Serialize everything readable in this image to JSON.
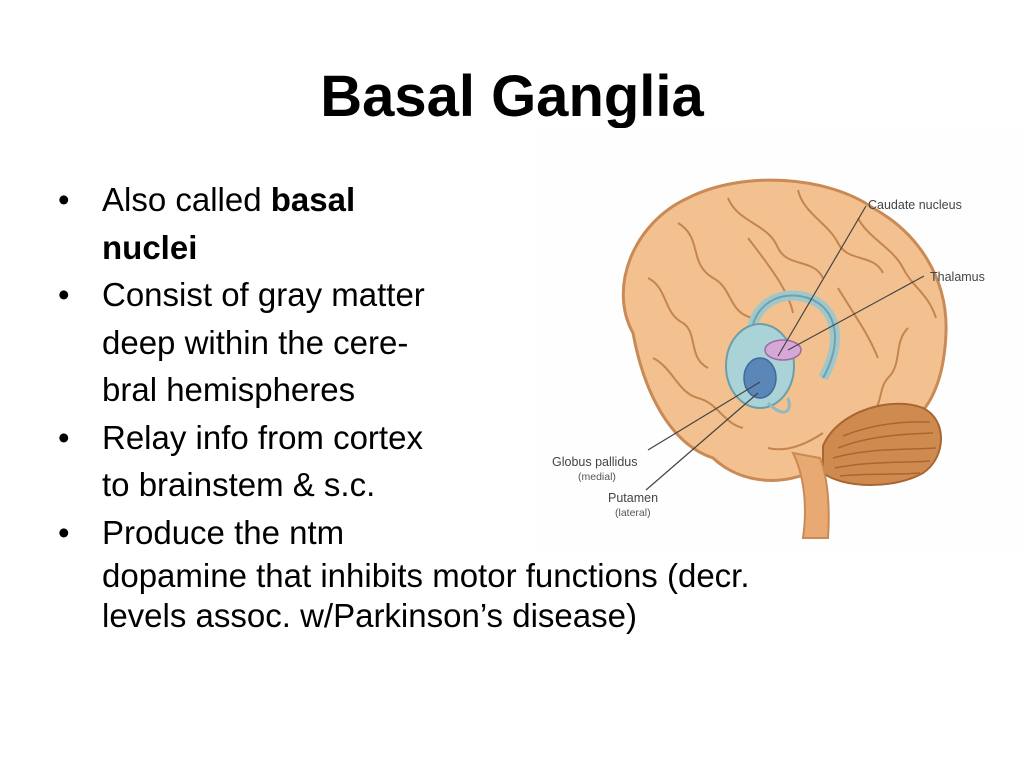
{
  "slide": {
    "title": "Basal Ganglia",
    "bullet_char": "•",
    "bullets": [
      {
        "text": "Also called ",
        "bold": "basal",
        "bold2": "nuclei"
      },
      {
        "line1": "Consist of gray matter",
        "line2": "deep within the cere-",
        "line3": "bral hemispheres"
      },
      {
        "line1": "Relay info from cortex",
        "line2": "to brainstem & s.c."
      },
      {
        "line1": "Produce the ntm",
        "line2": "dopamine that inhibits motor functions (decr.",
        "line3": "levels assoc. w/Parkinson’s disease)"
      }
    ]
  },
  "figure": {
    "labels": {
      "caudate": "Caudate nucleus",
      "thalamus": "Thalamus",
      "globus": "Globus pallidus",
      "globus_sub": "(medial)",
      "putamen": "Putamen",
      "putamen_sub": "(lateral)"
    }
  }
}
